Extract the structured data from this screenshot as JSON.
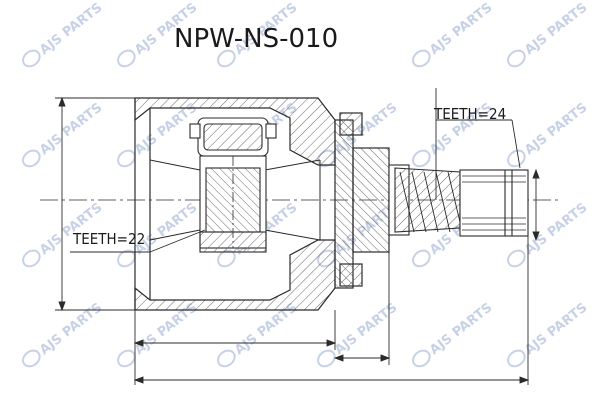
{
  "part_number": "NPW-NS-010",
  "labels": {
    "teeth_housing": "TEETH=22",
    "teeth_shaft": "TEETH=24"
  },
  "watermark": {
    "text": "AJS PARTS",
    "color": "#3b5ea8"
  },
  "colors": {
    "line": "#2b2b2b",
    "hatch": "#555555"
  }
}
